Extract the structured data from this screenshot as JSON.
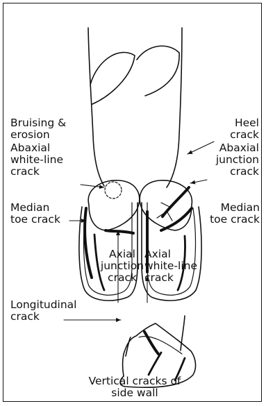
{
  "labels": {
    "bruising": "Bruising &\nerosion",
    "abaxial_white_line": "Abaxial\nwhite-line\ncrack",
    "median_toe_left": "Median\ntoe crack",
    "heel_crack": "Heel\ncrack",
    "abaxial_junction": "Abaxial\njunction\ncrack",
    "median_toe_right": "Median\ntoe crack",
    "axial_junction": "Axial\njunction\ncrack",
    "axial_white_line": "Axial\nwhite-line\ncrack",
    "longitudinal": "Longitudinal\ncrack",
    "vertical_cracks": "Vertical cracks of\nside wall"
  },
  "colors": {
    "ink": "#111111",
    "paper": "#ffffff"
  }
}
